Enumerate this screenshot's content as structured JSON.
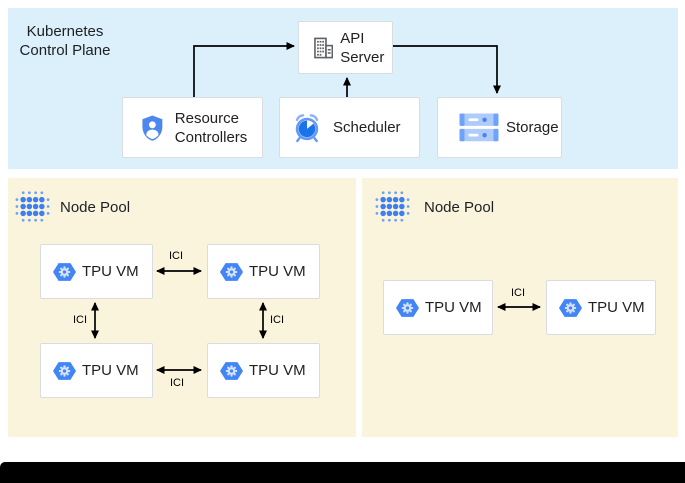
{
  "control_plane": {
    "label": "Kubernetes Control Plane",
    "nodes": [
      {
        "id": "api-server",
        "label": "API Server",
        "icon": "building-icon"
      },
      {
        "id": "resource-controllers",
        "label": "Resource Controllers",
        "icon": "shield-user-icon"
      },
      {
        "id": "scheduler",
        "label": "Scheduler",
        "icon": "alarm-clock-icon"
      },
      {
        "id": "storage",
        "label": "Storage",
        "icon": "disk-stack-icon"
      }
    ],
    "edges": [
      {
        "from": "resource-controllers",
        "to": "api-server"
      },
      {
        "from": "scheduler",
        "to": "api-server"
      },
      {
        "from": "api-server",
        "to": "storage"
      }
    ]
  },
  "node_pools": [
    {
      "label": "Node Pool",
      "icon": "dot-grid-icon",
      "vms": [
        "TPU VM",
        "TPU VM",
        "TPU VM",
        "TPU VM"
      ],
      "links": [
        {
          "from": 0,
          "to": 1,
          "label": "ICI"
        },
        {
          "from": 0,
          "to": 2,
          "label": "ICI"
        },
        {
          "from": 1,
          "to": 3,
          "label": "ICI"
        },
        {
          "from": 2,
          "to": 3,
          "label": "ICI"
        }
      ]
    },
    {
      "label": "Node Pool",
      "icon": "dot-grid-icon",
      "vms": [
        "TPU VM",
        "TPU VM"
      ],
      "links": [
        {
          "from": 0,
          "to": 1,
          "label": "ICI"
        }
      ]
    }
  ],
  "colors": {
    "control_plane_bg": "#dcf0fb",
    "node_pool_bg": "#fbf4dc",
    "accent_blue": "#4285f4",
    "light_blue": "#aecbfa",
    "icon_gray": "#5f6368",
    "text": "#202124",
    "box_border": "#d9dce1",
    "arrow": "#000000",
    "bottom_bar": "#000000"
  }
}
